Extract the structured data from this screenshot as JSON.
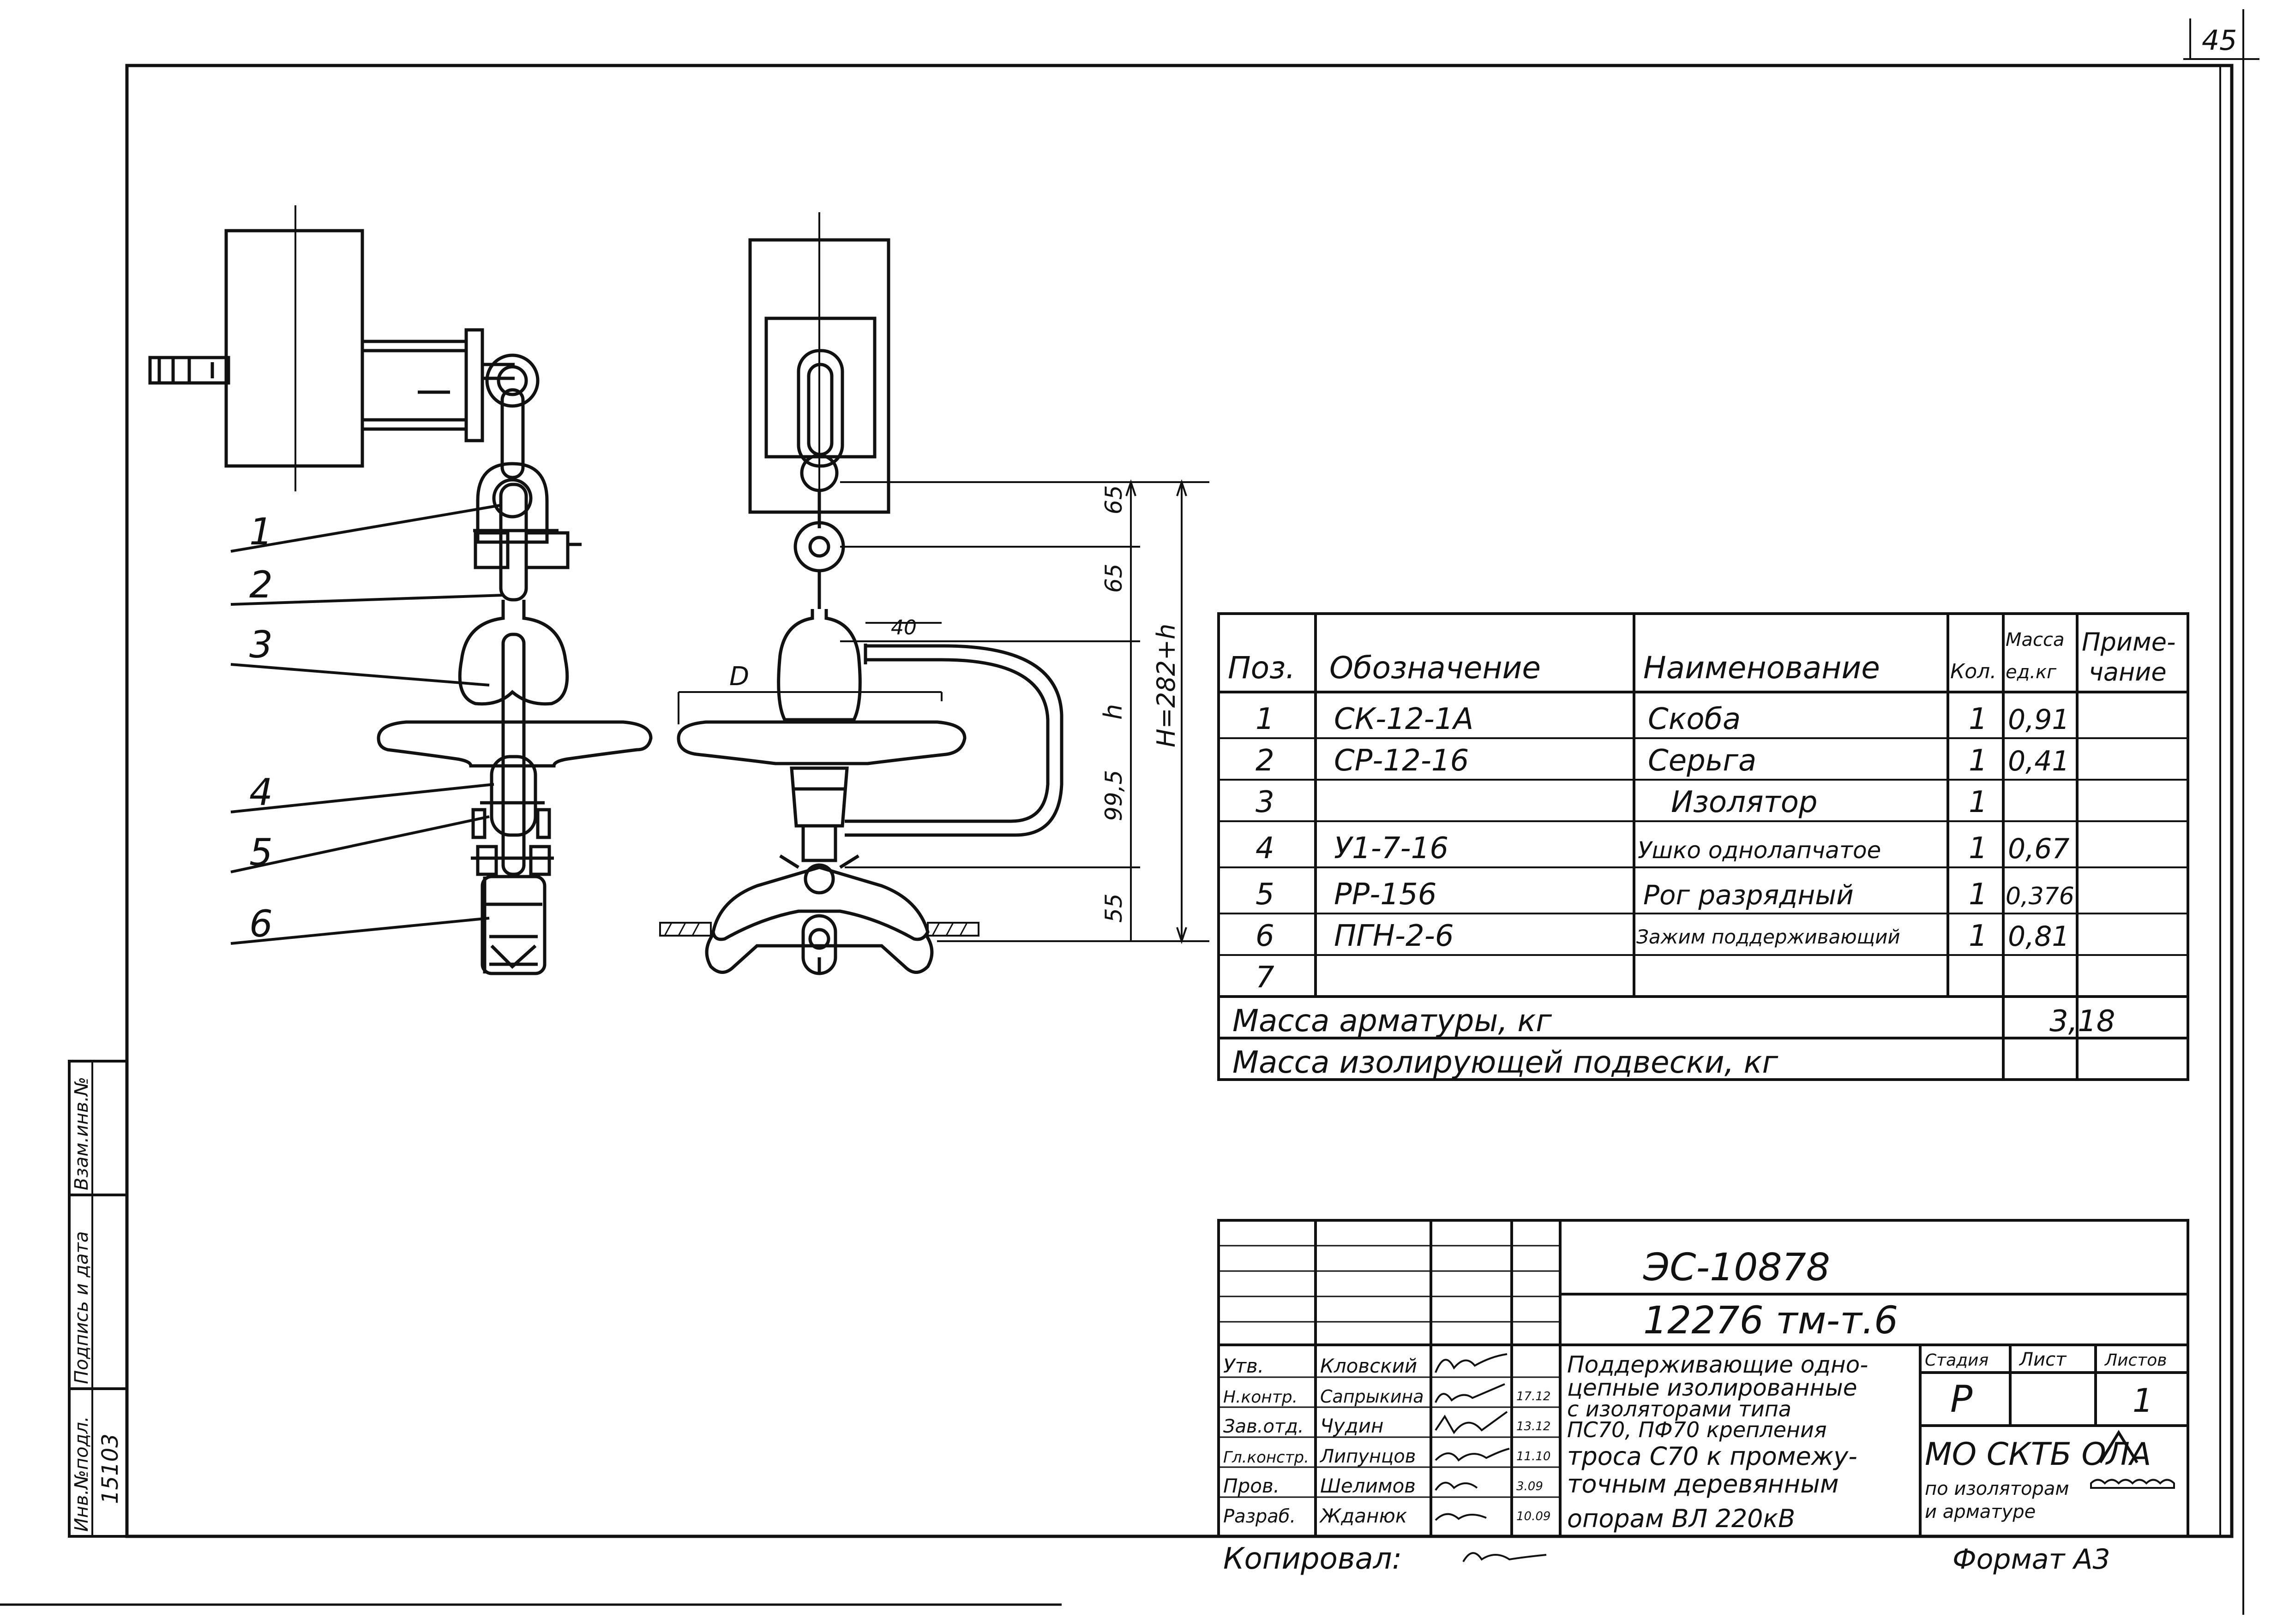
{
  "sheet_number": "45",
  "drawing": {
    "callouts": [
      "1",
      "2",
      "3",
      "4",
      "5",
      "6"
    ],
    "dimensions": {
      "d65a": "65",
      "d65b": "65",
      "d995": "99,5",
      "d55": "55",
      "h": "h",
      "H": "H=282+h",
      "d40": "40",
      "D": "D"
    }
  },
  "spec_table": {
    "headers": {
      "pos": "Поз.",
      "designation": "Обозначение",
      "name": "Наименование",
      "qty": "Кол.",
      "mass_top": "Масса",
      "mass_bottom": "ед.кг",
      "note_top": "Приме-",
      "note_bottom": "чание"
    },
    "rows": [
      {
        "pos": "1",
        "designation": "СК-12-1А",
        "name": "Скоба",
        "qty": "1",
        "mass": "0,91"
      },
      {
        "pos": "2",
        "designation": "СР-12-16",
        "name": "Серьга",
        "qty": "1",
        "mass": "0,41"
      },
      {
        "pos": "3",
        "designation": "",
        "name": "Изолятор",
        "qty": "1",
        "mass": ""
      },
      {
        "pos": "4",
        "designation": "У1-7-16",
        "name": "Ушко однолапчатое",
        "qty": "1",
        "mass": "0,67"
      },
      {
        "pos": "5",
        "designation": "РР-156",
        "name": "Рог разрядный",
        "qty": "1",
        "mass": "0,376"
      },
      {
        "pos": "6",
        "designation": "ПГН-2-6",
        "name": "Зажим поддерживающий",
        "qty": "1",
        "mass": "0,81"
      },
      {
        "pos": "7",
        "designation": "",
        "name": "",
        "qty": "",
        "mass": ""
      }
    ],
    "total_fittings_label": "Масса арматуры, кг",
    "total_fittings_value": "3,18",
    "total_suspension_label": "Масса изолирующей подвески, кг",
    "total_suspension_value": ""
  },
  "side_stamp": {
    "inv_label": "Инв.№подл.",
    "inv_value": "15103",
    "sign_label": "Подпись и дата",
    "replace_label": "Взам.инв.№"
  },
  "title_block": {
    "code": "ЭС-10878",
    "project": "12276 тм-т.6",
    "title_lines": [
      "Поддерживающие одно-",
      "цепные изолированные",
      "с изоляторами типа",
      "ПС70, ПФ70 крепления",
      "троса С70 к промежу-",
      "точным деревянным",
      "опорам ВЛ 220кВ"
    ],
    "roles": [
      {
        "role": "Утв.",
        "name": "Кловский",
        "date": ""
      },
      {
        "role": "Н.контр.",
        "name": "Сапрыкина",
        "date": "17.12"
      },
      {
        "role": "Зав.отд.",
        "name": "Чудин",
        "date": "13.12"
      },
      {
        "role": "Гл.констр.",
        "name": "Липунцов",
        "date": "11.10"
      },
      {
        "role": "Пров.",
        "name": "Шелимов",
        "date": "3.09"
      },
      {
        "role": "Разраб.",
        "name": "Жданюк",
        "date": "10.09"
      }
    ],
    "stage_label": "Стадия",
    "sheet_label": "Лист",
    "sheets_label": "Листов",
    "stage_value": "Р",
    "sheet_value": "",
    "sheets_value": "1",
    "org_line1": "МО СКТБ ОЛА",
    "org_line2": "по изоляторам",
    "org_line3": "и арматуре"
  },
  "copied_by_label": "Копировал:",
  "format_label": "Формат А3"
}
